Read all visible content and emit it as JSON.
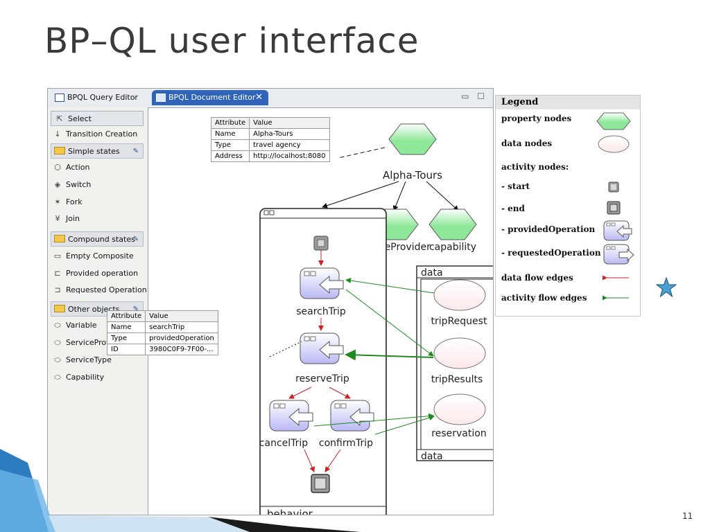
{
  "slide": {
    "title": "BP–QL user interface",
    "page_number": "11"
  },
  "editor": {
    "tabs": [
      {
        "label": "BPQL Query Editor"
      },
      {
        "label": "BPQL Document Editor"
      }
    ],
    "close_glyph": "✕",
    "window_buttons": "▭ ☐"
  },
  "palette": {
    "select": "Select",
    "transition": "Transition Creation",
    "drawer_simple": "Simple states",
    "action": "Action",
    "switch": "Switch",
    "fork": "Fork",
    "join": "Join",
    "drawer_compound": "Compound states",
    "empty_composite": "Empty Composite",
    "provided_operation": "Provided operation",
    "requested_operation": "Requested Operation",
    "drawer_other": "Other objects",
    "variable": "Variable",
    "service_provider": "ServiceProvider",
    "service_type": "ServiceType",
    "capability": "Capability"
  },
  "alpha_props": {
    "header": [
      "Attribute",
      "Value"
    ],
    "rows": [
      [
        "Name",
        "Alpha-Tours"
      ],
      [
        "Type",
        "travel agency"
      ],
      [
        "Address",
        "http://localhost:8080"
      ]
    ]
  },
  "search_props": {
    "header": [
      "Attribute",
      "Value"
    ],
    "rows": [
      [
        "Name",
        "searchTrip"
      ],
      [
        "Type",
        "providedOperation"
      ],
      [
        "ID",
        "3980C0F9-7F00-..."
      ]
    ]
  },
  "diagram": {
    "alpha_tours": "Alpha-Tours",
    "service_provider": "serviceProvider",
    "capability": "capability",
    "behavior": "behavior",
    "data_top": "data",
    "data_bottom": "data",
    "search_trip": "searchTrip",
    "reserve_trip": "reserveTrip",
    "cancel_trip": "cancelTrip",
    "confirm_trip": "confirmTrip",
    "trip_request": "tripRequest",
    "trip_results": "tripResults",
    "reservation": "reservation",
    "colors": {
      "property_fill": "#8fe89a",
      "data_fill": "#fde8ea",
      "operation_fill": "#b9b9f4",
      "data_edge": "#cc2222",
      "activity_edge": "#1f8a1f"
    }
  },
  "legend": {
    "title": "Legend",
    "property_nodes": "property nodes",
    "data_nodes": "data nodes",
    "activity_nodes": "activity nodes:",
    "start": "- start",
    "end": "- end",
    "provided_operation": "- providedOperation",
    "requested_operation": "- requestedOperation",
    "data_flow_edges": "data flow edges",
    "activity_flow_edges": "activity flow edges"
  }
}
